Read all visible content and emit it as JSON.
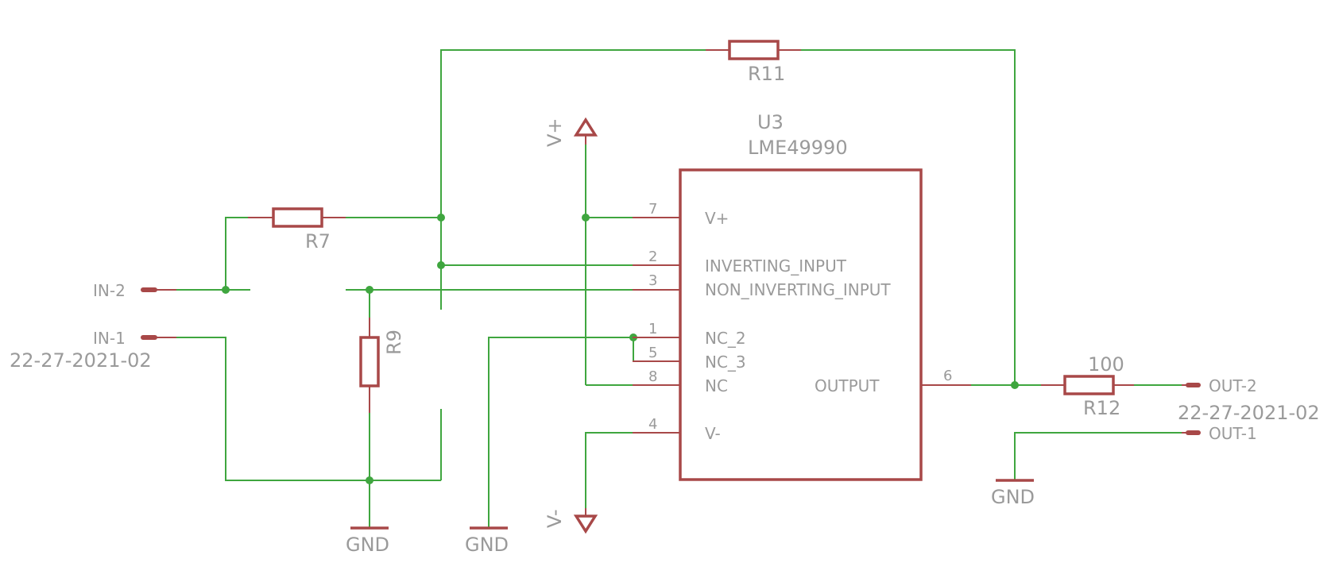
{
  "chip": {
    "name": "U3",
    "value": "LME49990",
    "pins": [
      {
        "num": "7",
        "name": "V+"
      },
      {
        "num": "2",
        "name": "INVERTING_INPUT"
      },
      {
        "num": "3",
        "name": "NON_INVERTING_INPUT"
      },
      {
        "num": "1",
        "name": "NC_2"
      },
      {
        "num": "5",
        "name": "NC_3"
      },
      {
        "num": "8",
        "name": "NC"
      },
      {
        "num": "6",
        "name": "OUTPUT"
      },
      {
        "num": "4",
        "name": "V-"
      }
    ]
  },
  "resistors": {
    "r11": "R11",
    "r7": "R7",
    "r9": "R9",
    "r12": "R12",
    "r12_value": "100"
  },
  "supplies": {
    "vplus": "V+",
    "vminus": "V-",
    "gnd": "GND"
  },
  "connectors": {
    "in2": "IN-2",
    "in1": "IN-1",
    "in_part": "22-27-2021-02",
    "out2": "OUT-2",
    "out1": "OUT-1",
    "out_part": "22-27-2021-02"
  },
  "colors": {
    "wire": "#3fa63f",
    "component": "#a84848",
    "text": "#9a9a9a"
  }
}
